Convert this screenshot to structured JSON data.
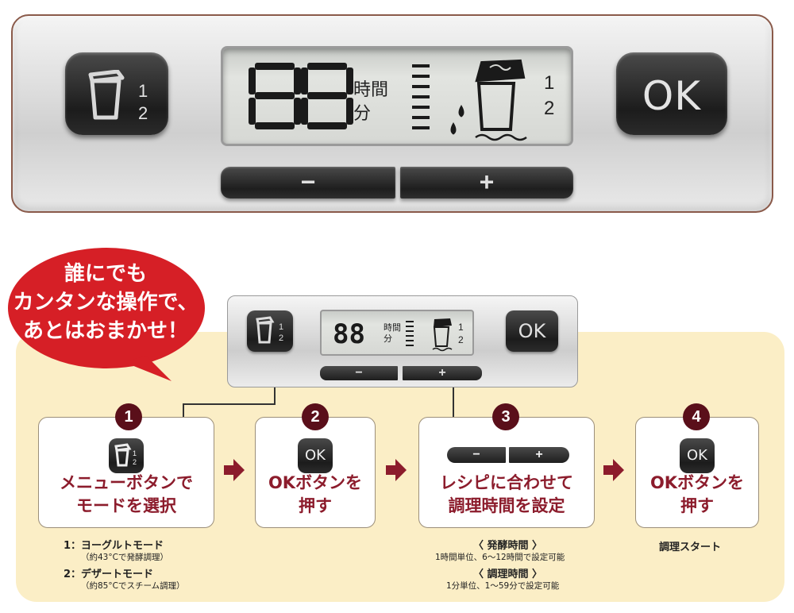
{
  "panel": {
    "ok_label": "OK",
    "menu_numbers": [
      "1",
      "2"
    ],
    "display": {
      "digits": "88",
      "unit_hours": "時間",
      "unit_minutes": "分",
      "level_numbers": [
        "1",
        "2"
      ]
    },
    "minus_label": "−",
    "plus_label": "+"
  },
  "badge": {
    "lines": [
      "誰にでも",
      "カンタンな操作で、",
      "あとはおまかせ！"
    ],
    "color": "#d61f26"
  },
  "mini_panel": {
    "digits": "88",
    "unit_hours": "時間",
    "unit_minutes": "分",
    "ok_label": "OK",
    "level_numbers": [
      "1",
      "2"
    ],
    "minus_label": "−",
    "plus_label": "+"
  },
  "steps": [
    {
      "number": "1",
      "lines": [
        "メニューボタンで",
        "モードを選択"
      ]
    },
    {
      "number": "2",
      "icon_label": "OK",
      "lines": [
        "OKボタンを",
        "押す"
      ]
    },
    {
      "number": "3",
      "minus_label": "−",
      "plus_label": "+",
      "lines": [
        "レシピに合わせて",
        "調理時間を設定"
      ]
    },
    {
      "number": "4",
      "icon_label": "OK",
      "lines": [
        "OKボタンを",
        "押す"
      ]
    }
  ],
  "notes": {
    "mode1": {
      "title": "1：ヨーグルトモード",
      "detail": "（約43°Cで発酵調理）"
    },
    "mode2": {
      "title": "2：デザートモード",
      "detail": "（約85°Cでスチーム調理）"
    },
    "ferment": {
      "title": "〈 発酵時間 〉",
      "detail": "1時間単位、6〜12時間で設定可能"
    },
    "cook": {
      "title": "〈 調理時間 〉",
      "detail": "1分単位、1〜59分で設定可能"
    },
    "start": "調理スタート"
  },
  "colors": {
    "accent_red": "#8c1c2c",
    "number_badge": "#5a0f1a",
    "cream_bg": "#fbeec6"
  }
}
